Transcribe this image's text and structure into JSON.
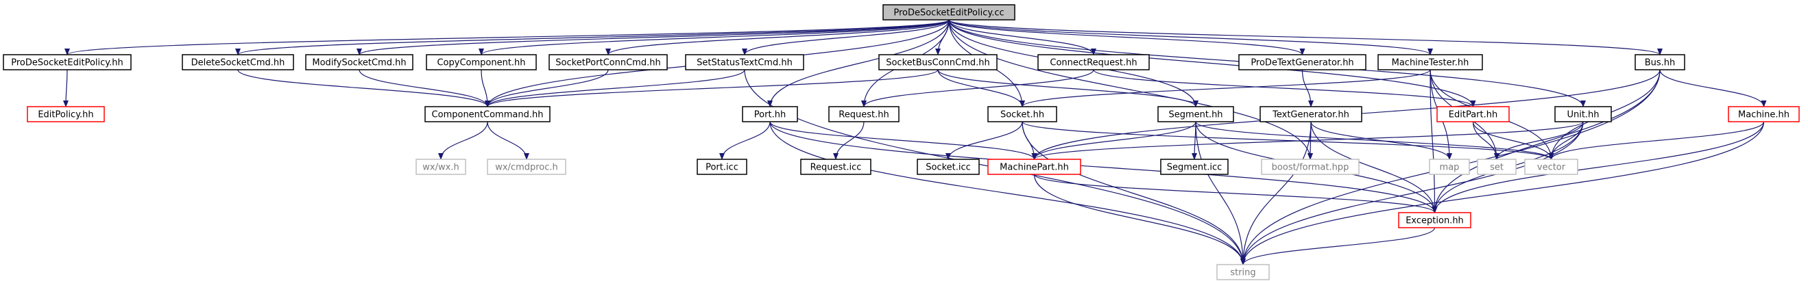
{
  "graph": {
    "colors": {
      "edge": "#191970",
      "root_fill": "#bfbfbf",
      "normal_border": "#000000",
      "truncated_border": "#ff0000",
      "external_border": "#bfbfbf",
      "external_text": "#7a7a7a"
    },
    "nodes": [
      {
        "id": "root",
        "label": "ProDeSocketEditPolicy.cc",
        "kind": "root"
      },
      {
        "id": "prodesocketeditpolicy_hh",
        "label": "ProDeSocketEditPolicy.hh",
        "kind": "normal"
      },
      {
        "id": "deletesocketcmd",
        "label": "DeleteSocketCmd.hh",
        "kind": "normal"
      },
      {
        "id": "modifysocketcmd",
        "label": "ModifySocketCmd.hh",
        "kind": "normal"
      },
      {
        "id": "copycomponent",
        "label": "CopyComponent.hh",
        "kind": "normal"
      },
      {
        "id": "socketportconncmd",
        "label": "SocketPortConnCmd.hh",
        "kind": "normal"
      },
      {
        "id": "setstatustextcmd",
        "label": "SetStatusTextCmd.hh",
        "kind": "normal"
      },
      {
        "id": "socketbusconncmd",
        "label": "SocketBusConnCmd.hh",
        "kind": "normal"
      },
      {
        "id": "connectrequest",
        "label": "ConnectRequest.hh",
        "kind": "normal"
      },
      {
        "id": "prodetextgenerator",
        "label": "ProDeTextGenerator.hh",
        "kind": "normal"
      },
      {
        "id": "machinetester",
        "label": "MachineTester.hh",
        "kind": "normal"
      },
      {
        "id": "bus",
        "label": "Bus.hh",
        "kind": "normal"
      },
      {
        "id": "editpolicy",
        "label": "EditPolicy.hh",
        "kind": "truncated"
      },
      {
        "id": "componentcommand",
        "label": "ComponentCommand.hh",
        "kind": "normal"
      },
      {
        "id": "port_hh",
        "label": "Port.hh",
        "kind": "normal"
      },
      {
        "id": "request_hh",
        "label": "Request.hh",
        "kind": "normal"
      },
      {
        "id": "socket_hh",
        "label": "Socket.hh",
        "kind": "normal"
      },
      {
        "id": "segment_hh",
        "label": "Segment.hh",
        "kind": "normal"
      },
      {
        "id": "textgenerator",
        "label": "TextGenerator.hh",
        "kind": "normal"
      },
      {
        "id": "editpart",
        "label": "EditPart.hh",
        "kind": "truncated"
      },
      {
        "id": "unit",
        "label": "Unit.hh",
        "kind": "normal"
      },
      {
        "id": "machine",
        "label": "Machine.hh",
        "kind": "truncated"
      },
      {
        "id": "wxwx",
        "label": "wx/wx.h",
        "kind": "external"
      },
      {
        "id": "wxcmdproc",
        "label": "wx/cmdproc.h",
        "kind": "external"
      },
      {
        "id": "port_icc",
        "label": "Port.icc",
        "kind": "normal"
      },
      {
        "id": "request_icc",
        "label": "Request.icc",
        "kind": "normal"
      },
      {
        "id": "socket_icc",
        "label": "Socket.icc",
        "kind": "normal"
      },
      {
        "id": "machinepart",
        "label": "MachinePart.hh",
        "kind": "truncated"
      },
      {
        "id": "segment_icc",
        "label": "Segment.icc",
        "kind": "normal"
      },
      {
        "id": "boostformat",
        "label": "boost/format.hpp",
        "kind": "external"
      },
      {
        "id": "map",
        "label": "map",
        "kind": "external"
      },
      {
        "id": "set",
        "label": "set",
        "kind": "external"
      },
      {
        "id": "vector",
        "label": "vector",
        "kind": "external"
      },
      {
        "id": "exception",
        "label": "Exception.hh",
        "kind": "truncated"
      },
      {
        "id": "string",
        "label": "string",
        "kind": "external"
      }
    ],
    "edges": [
      [
        "root",
        "prodesocketeditpolicy_hh"
      ],
      [
        "root",
        "deletesocketcmd"
      ],
      [
        "root",
        "modifysocketcmd"
      ],
      [
        "root",
        "copycomponent"
      ],
      [
        "root",
        "socketportconncmd"
      ],
      [
        "root",
        "setstatustextcmd"
      ],
      [
        "root",
        "socketbusconncmd"
      ],
      [
        "root",
        "connectrequest"
      ],
      [
        "root",
        "prodetextgenerator"
      ],
      [
        "root",
        "machinetester"
      ],
      [
        "root",
        "bus"
      ],
      [
        "root",
        "componentcommand"
      ],
      [
        "root",
        "port_hh"
      ],
      [
        "root",
        "request_hh"
      ],
      [
        "root",
        "socket_hh"
      ],
      [
        "root",
        "segment_hh"
      ],
      [
        "root",
        "editpart"
      ],
      [
        "root",
        "unit"
      ],
      [
        "root",
        "boostformat"
      ],
      [
        "prodesocketeditpolicy_hh",
        "editpolicy"
      ],
      [
        "deletesocketcmd",
        "componentcommand"
      ],
      [
        "modifysocketcmd",
        "componentcommand"
      ],
      [
        "copycomponent",
        "componentcommand"
      ],
      [
        "socketportconncmd",
        "componentcommand"
      ],
      [
        "setstatustextcmd",
        "componentcommand"
      ],
      [
        "setstatustextcmd",
        "string"
      ],
      [
        "socketbusconncmd",
        "componentcommand"
      ],
      [
        "socketbusconncmd",
        "socket_hh"
      ],
      [
        "socketbusconncmd",
        "segment_hh"
      ],
      [
        "connectrequest",
        "request_hh"
      ],
      [
        "connectrequest",
        "editpart"
      ],
      [
        "prodetextgenerator",
        "textgenerator"
      ],
      [
        "machinetester",
        "socket_hh"
      ],
      [
        "machinetester",
        "map"
      ],
      [
        "machinetester",
        "set"
      ],
      [
        "machinetester",
        "vector"
      ],
      [
        "machinetester",
        "exception"
      ],
      [
        "bus",
        "machinepart"
      ],
      [
        "bus",
        "machine"
      ],
      [
        "bus",
        "vector"
      ],
      [
        "bus",
        "exception"
      ],
      [
        "bus",
        "string"
      ],
      [
        "componentcommand",
        "wxwx"
      ],
      [
        "componentcommand",
        "wxcmdproc"
      ],
      [
        "port_hh",
        "port_icc"
      ],
      [
        "port_hh",
        "machinepart"
      ],
      [
        "port_hh",
        "exception"
      ],
      [
        "port_hh",
        "string"
      ],
      [
        "request_hh",
        "request_icc"
      ],
      [
        "socket_hh",
        "socket_icc"
      ],
      [
        "socket_hh",
        "machinepart"
      ],
      [
        "socket_hh",
        "vector"
      ],
      [
        "socket_hh",
        "string"
      ],
      [
        "segment_hh",
        "machinepart"
      ],
      [
        "segment_hh",
        "segment_icc"
      ],
      [
        "segment_hh",
        "exception"
      ],
      [
        "segment_hh",
        "string"
      ],
      [
        "segment_hh",
        "vector"
      ],
      [
        "textgenerator",
        "boostformat"
      ],
      [
        "textgenerator",
        "map"
      ],
      [
        "textgenerator",
        "exception"
      ],
      [
        "textgenerator",
        "string"
      ],
      [
        "editpart",
        "set"
      ],
      [
        "editpart",
        "vector"
      ],
      [
        "unit",
        "machinepart"
      ],
      [
        "unit",
        "set"
      ],
      [
        "unit",
        "vector"
      ],
      [
        "unit",
        "exception"
      ],
      [
        "unit",
        "string"
      ],
      [
        "machine",
        "vector"
      ],
      [
        "machine",
        "exception"
      ],
      [
        "machine",
        "string"
      ],
      [
        "machinepart",
        "exception"
      ],
      [
        "machinepart",
        "string"
      ],
      [
        "exception",
        "string"
      ]
    ]
  }
}
